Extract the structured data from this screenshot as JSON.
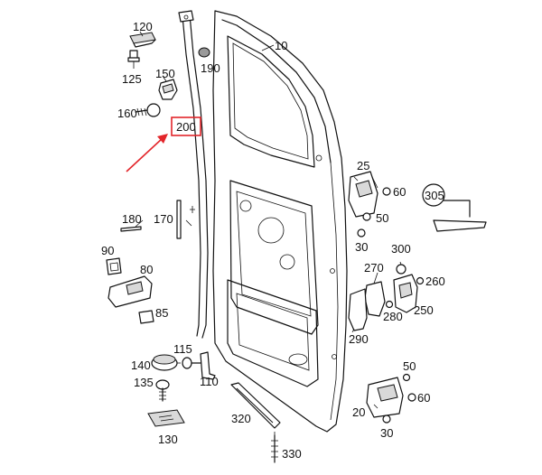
{
  "diagram": {
    "highlight_color": "#e3262b",
    "highlighted_label": "200",
    "callouts": {
      "p10": "10",
      "p120": "120",
      "p125": "125",
      "p150": "150",
      "p160": "160",
      "p190": "190",
      "p200": "200",
      "p170": "170",
      "p180": "180",
      "p90": "90",
      "p80": "80",
      "p85": "85",
      "p140": "140",
      "p115": "115",
      "p135": "135",
      "p110": "110",
      "p130": "130",
      "p320": "320",
      "p330": "330",
      "p25": "25",
      "p60a": "60",
      "p50a": "50",
      "p30a": "30",
      "p305": "305",
      "p300": "300",
      "p270": "270",
      "p260": "260",
      "p280": "280",
      "p250": "250",
      "p290": "290",
      "p50b": "50",
      "p60b": "60",
      "p20": "20",
      "p30b": "30"
    }
  }
}
